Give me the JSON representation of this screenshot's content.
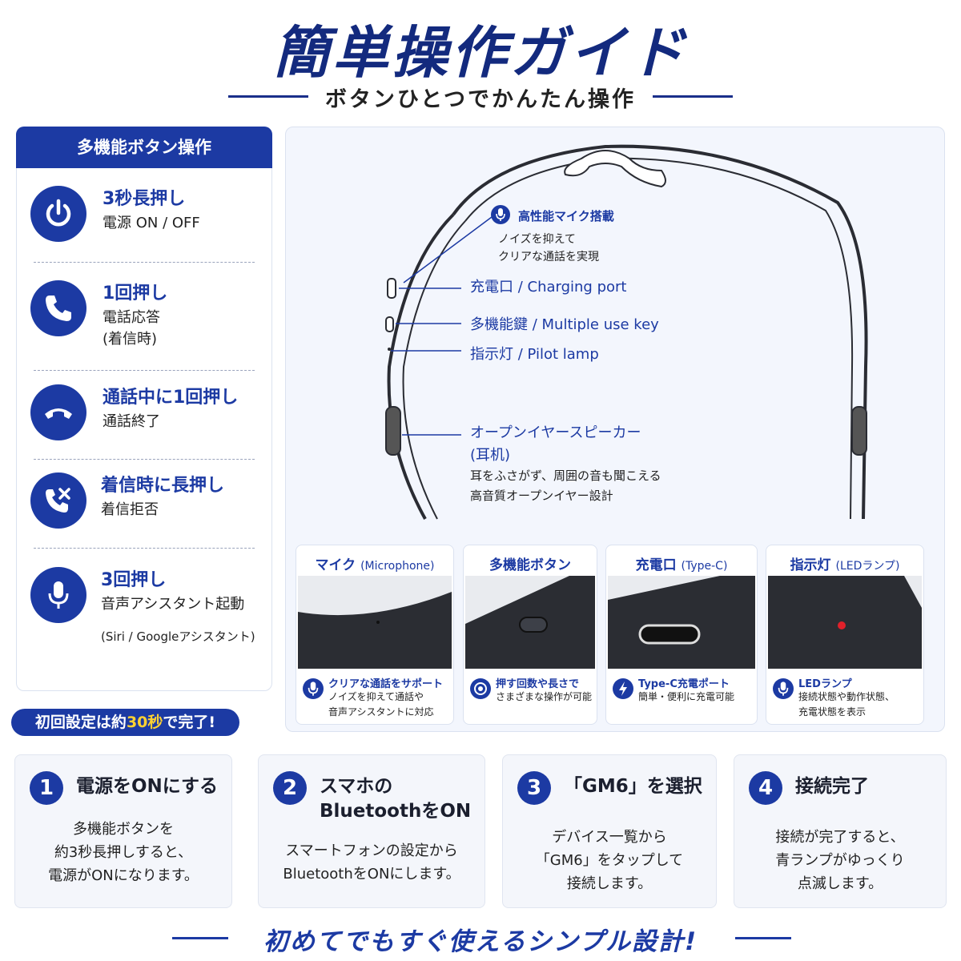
{
  "header": {
    "title": "簡単操作ガイド",
    "subtitle": "ボタンひとつでかんたん操作"
  },
  "left_panel": {
    "title": "多機能ボタン操作",
    "operations": [
      {
        "icon": "power-icon",
        "action": "3秒長押し",
        "result": "電源 ON / OFF"
      },
      {
        "icon": "phone-icon",
        "action": "1回押し",
        "result": "電話応答\n(着信時)"
      },
      {
        "icon": "hang-up-icon",
        "action": "通話中に1回押し",
        "result": "通話終了"
      },
      {
        "icon": "call-reject-icon",
        "action": "着信時に長押し",
        "result": "着信拒否"
      },
      {
        "icon": "microphone-icon",
        "action": "3回押し",
        "result": "音声アシスタント起動",
        "note": "(Siri / Googleアシスタント)"
      }
    ]
  },
  "setup_badge": {
    "prefix": "初回設定は約",
    "highlight": "30秒",
    "suffix": "で完了!"
  },
  "diagram": {
    "mic": {
      "title": "高性能マイク搭載",
      "desc": "ノイズを抑えて\nクリアな通話を実現"
    },
    "charging_port": "充電口 / Charging port",
    "multi_key": "多機能鍵 / Multiple use key",
    "pilot_lamp": "指示灯 / Pilot lamp",
    "speaker": {
      "title": "オープンイヤースピーカー",
      "sub": "(耳机)",
      "desc": "耳をふさがず、周囲の音も聞こえる\n高音質オープンイヤー設計"
    }
  },
  "cards": [
    {
      "title": "マイク",
      "title_sub": "(Microphone)",
      "icon": "microphone-icon",
      "name": "クリアな通話をサポート",
      "desc": "ノイズを抑えて通話や\n音声アシスタントに対応"
    },
    {
      "title": "多機能ボタン",
      "title_sub": "",
      "icon": "button-icon",
      "name": "押す回数や長さで",
      "desc": "さまざまな操作が可能"
    },
    {
      "title": "充電口",
      "title_sub": "(Type-C)",
      "icon": "lightning-icon",
      "name": "Type-C充電ポート",
      "desc": "簡単・便利に充電可能"
    },
    {
      "title": "指示灯",
      "title_sub": "(LEDランプ)",
      "icon": "microphone-icon",
      "name": "LEDランプ",
      "desc": "接続状態や動作状態、\n充電状態を表示"
    }
  ],
  "steps": [
    {
      "num": "1",
      "title": "電源をONにする",
      "desc": "多機能ボタンを\n約3秒長押しすると、\n電源がONになります。"
    },
    {
      "num": "2",
      "title": "スマホの\nBluetoothをON",
      "desc": "スマートフォンの設定から\nBluetoothをONにします。"
    },
    {
      "num": "3",
      "title": "「GM6」を選択",
      "desc": "デバイス一覧から\n「GM6」をタップして\n接続します。"
    },
    {
      "num": "4",
      "title": "接続完了",
      "desc": "接続が完了すると、\n青ランプがゆっくり\n点滅します。"
    }
  ],
  "footer": "初めてでもすぐ使えるシンプル設計!"
}
